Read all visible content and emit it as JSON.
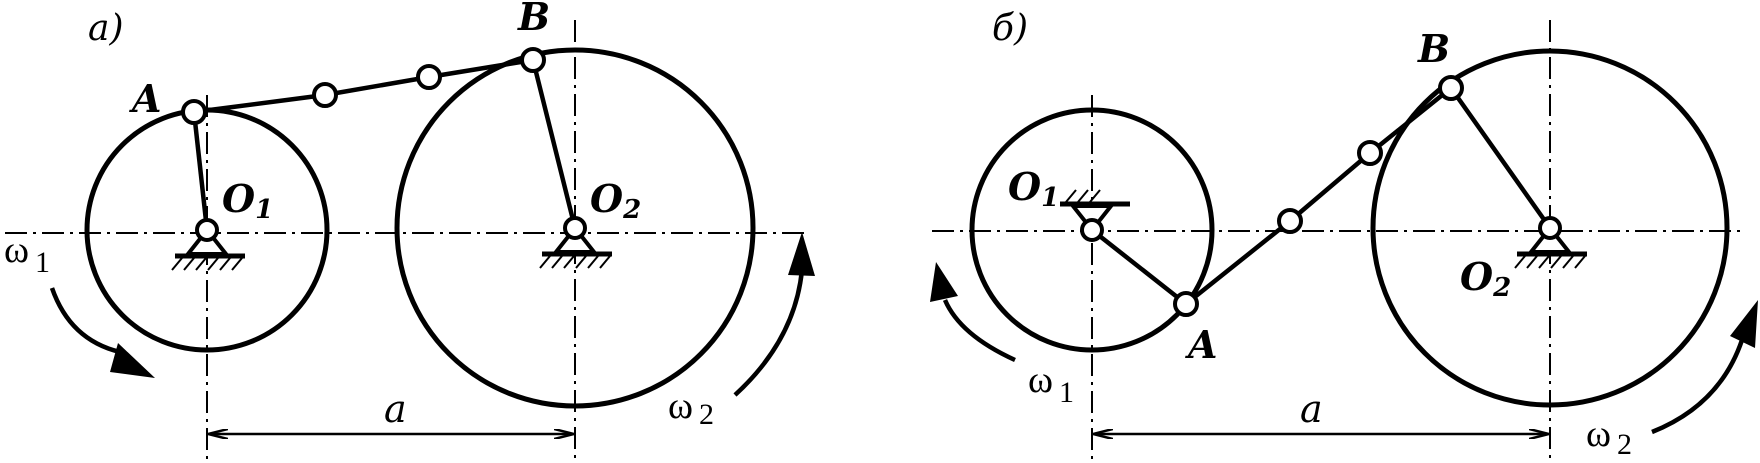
{
  "figure": {
    "panels": [
      {
        "id": "a",
        "panel_label": "а)",
        "point_A": "A",
        "point_B": "B",
        "center_1": "O",
        "center_1_sub": "1",
        "center_2": "O",
        "center_2_sub": "2",
        "omega_1": "ω",
        "omega_1_sub": "1",
        "omega_2": "ω",
        "omega_2_sub": "2",
        "distance": "a"
      },
      {
        "id": "b",
        "panel_label": "б)",
        "point_A": "A",
        "point_B": "B",
        "center_1": "O",
        "center_1_sub": "1",
        "center_2": "O",
        "center_2_sub": "2",
        "omega_1": "ω",
        "omega_1_sub": "1",
        "omega_2": "ω",
        "omega_2_sub": "2",
        "distance": "a"
      }
    ]
  }
}
